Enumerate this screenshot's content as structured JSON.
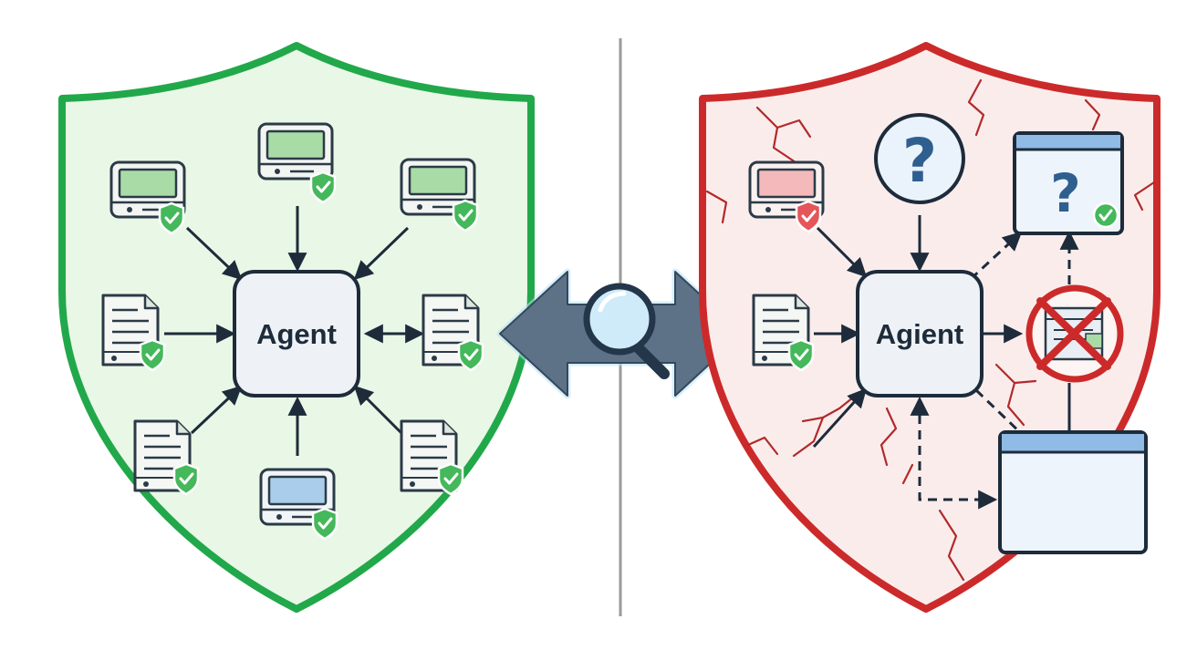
{
  "left_panel": {
    "agent_label": "Agent",
    "shield_stroke": "#21a84a",
    "shield_fill": "#e9f7e6",
    "state": "secure"
  },
  "right_panel": {
    "agent_label": "Agient",
    "shield_stroke": "#cc2a2a",
    "shield_fill": "#fbecec",
    "state": "compromised"
  },
  "center": {
    "icon": "magnifier-icon",
    "arrow_color": "#5d7187"
  },
  "divider_color": "#9a9a9a",
  "icons": {
    "verified_badge": "green-shield-check-icon",
    "alert_badge": "red-shield-check-icon",
    "unknown": "question-mark-icon",
    "blocked": "blocked-window-icon"
  }
}
